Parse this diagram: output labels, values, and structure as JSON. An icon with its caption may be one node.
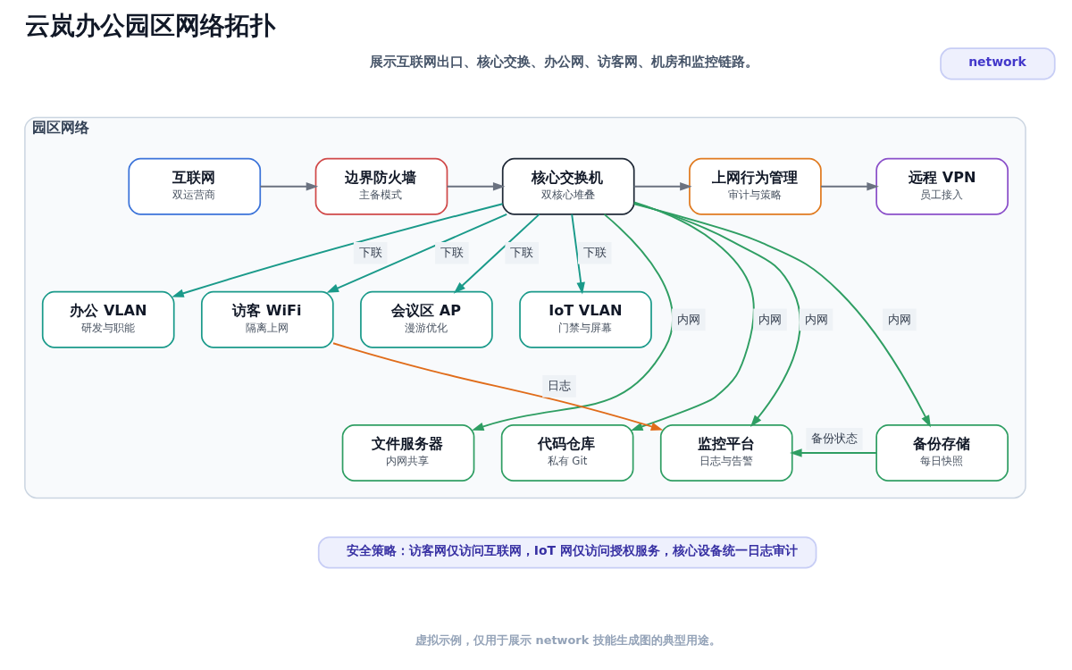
{
  "diagram": {
    "title": "云岚办公园区网络拓扑",
    "nodes": [
      {
        "text": [
          "network"
        ]
      },
      {
        "text": [
          "园区网络"
        ]
      },
      {
        "text": [
          "互联网",
          "双运营商"
        ],
        "in": 1
      },
      {
        "text": [
          "边界防火墙",
          "主备模式"
        ],
        "in": 1
      },
      {
        "text": [
          "核心交换机",
          "双核心堆叠"
        ],
        "in": 1
      },
      {
        "text": [
          "上网行为管理",
          "审计与策略"
        ],
        "in": 1
      },
      {
        "text": [
          "远程 VPN",
          "员工接入"
        ],
        "in": 1
      },
      {
        "text": [
          "办公 VLAN",
          "研发与职能"
        ],
        "in": 1
      },
      {
        "text": [
          "访客 WiFi",
          "隔离上网"
        ],
        "in": 1
      },
      {
        "text": [
          "会议区 AP",
          "漫游优化"
        ],
        "in": 1
      },
      {
        "text": [
          "IoT VLAN",
          "门禁与屏幕"
        ],
        "in": 1
      },
      {
        "text": [
          "文件服务器",
          "内网共享"
        ],
        "in": 1
      },
      {
        "text": [
          "代码仓库",
          "私有 Git"
        ],
        "in": 1
      },
      {
        "text": [
          "监控平台",
          "日志与告警"
        ],
        "in": 1
      },
      {
        "text": [
          "备份存储",
          "每日快照"
        ],
        "in": 1
      },
      {
        "text": [
          "安全策略：访客网仅访问互联网，IoT 网仅访问授权服务，核心设备统一日志审计"
        ]
      }
    ],
    "edges": [
      {
        "from": 2,
        "to": 3,
        "arrow": "to"
      },
      {
        "from": 3,
        "to": 4,
        "arrow": "to"
      },
      {
        "from": 4,
        "to": 5,
        "arrow": "to"
      },
      {
        "from": 5,
        "to": 6,
        "arrow": "to"
      },
      {
        "from": 4,
        "to": 7,
        "arrow": "to",
        "label": "下联",
        "color": "#1a9a8a"
      },
      {
        "from": 4,
        "to": 8,
        "arrow": "to",
        "label": "下联",
        "color": "#1a9a8a"
      },
      {
        "from": 4,
        "to": 9,
        "arrow": "to",
        "label": "下联",
        "color": "#1a9a8a"
      },
      {
        "from": 4,
        "to": 10,
        "arrow": "to",
        "label": "下联",
        "color": "#1a9a8a"
      },
      {
        "from": 4,
        "to": 11,
        "arrow": "to",
        "label": "内网",
        "color": "#2f9e63"
      },
      {
        "from": 4,
        "to": 12,
        "arrow": "to",
        "label": "内网",
        "color": "#2f9e63"
      },
      {
        "from": 4,
        "to": 13,
        "arrow": "to",
        "label": "内网",
        "color": "#2f9e63"
      },
      {
        "from": 4,
        "to": 14,
        "arrow": "to",
        "label": "内网",
        "color": "#2f9e63"
      },
      {
        "from": 8,
        "to": 13,
        "arrow": "to",
        "label": "日志",
        "color": "#e06c1a"
      },
      {
        "from": 14,
        "to": 13,
        "arrow": "to",
        "label": "备份状态",
        "color": "#2f9e63"
      }
    ],
    "labels": [
      "展示互联网出口、核心交换、办公网、访客网、机房和监控链路。",
      "虚拟示例，仅用于展示 network 技能生成图的典型用途。"
    ]
  }
}
